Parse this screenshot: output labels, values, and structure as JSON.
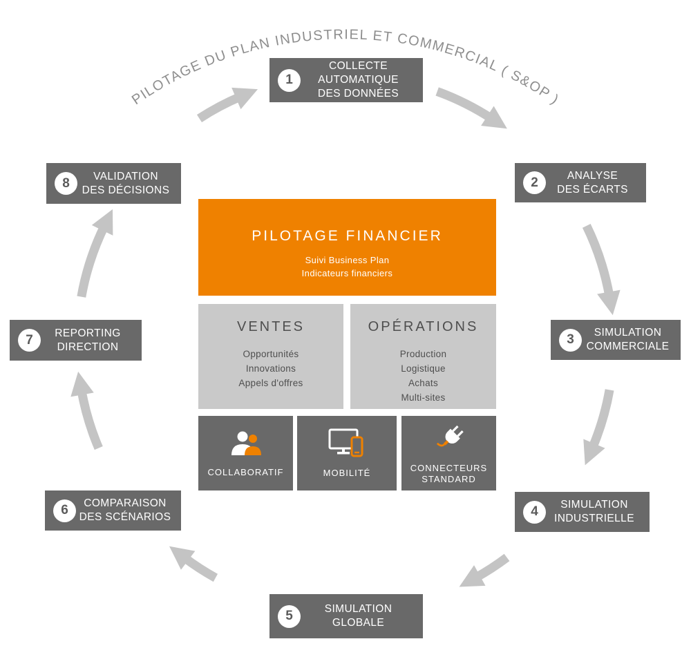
{
  "colors": {
    "orange": "#ef8100",
    "dark_gray_box": "#696969",
    "light_gray_box": "#c9c9c9",
    "arrow_gray": "#c4c4c4",
    "arc_title_gray": "#8e8e8e"
  },
  "arc_title": "PILOTAGE DU PLAN INDUSTRIEL ET COMMERCIAL ( S&OP )",
  "steps": [
    {
      "num": "1",
      "lines": [
        "COLLECTE",
        "AUTOMATIQUE",
        "DES DONNÉES"
      ]
    },
    {
      "num": "2",
      "lines": [
        "ANALYSE",
        "DES ÉCARTS"
      ]
    },
    {
      "num": "3",
      "lines": [
        "SIMULATION",
        "COMMERCIALE"
      ]
    },
    {
      "num": "4",
      "lines": [
        "SIMULATION",
        "INDUSTRIELLE"
      ]
    },
    {
      "num": "5",
      "lines": [
        "SIMULATION",
        "GLOBALE"
      ]
    },
    {
      "num": "6",
      "lines": [
        "COMPARAISON",
        "DES SCÉNARIOS"
      ]
    },
    {
      "num": "7",
      "lines": [
        "REPORTING",
        "DIRECTION"
      ]
    },
    {
      "num": "8",
      "lines": [
        "VALIDATION",
        "DES DÉCISIONS"
      ]
    }
  ],
  "center": {
    "finance": {
      "title": "PILOTAGE FINANCIER",
      "line1": "Suivi Business Plan",
      "line2": "Indicateurs financiers"
    },
    "ventes": {
      "title": "VENTES",
      "items": [
        "Opportunités",
        "Innovations",
        "Appels d'offres"
      ]
    },
    "operations": {
      "title": "OPÉRATIONS",
      "items": [
        "Production",
        "Logistique",
        "Achats",
        "Multi-sites"
      ]
    },
    "features": [
      {
        "icon": "people-icon",
        "label_lines": [
          "COLLABORATIF"
        ]
      },
      {
        "icon": "devices-icon",
        "label_lines": [
          "MOBILITÉ"
        ]
      },
      {
        "icon": "plug-icon",
        "label_lines": [
          "CONNECTEURS",
          "STANDARD"
        ]
      }
    ]
  }
}
